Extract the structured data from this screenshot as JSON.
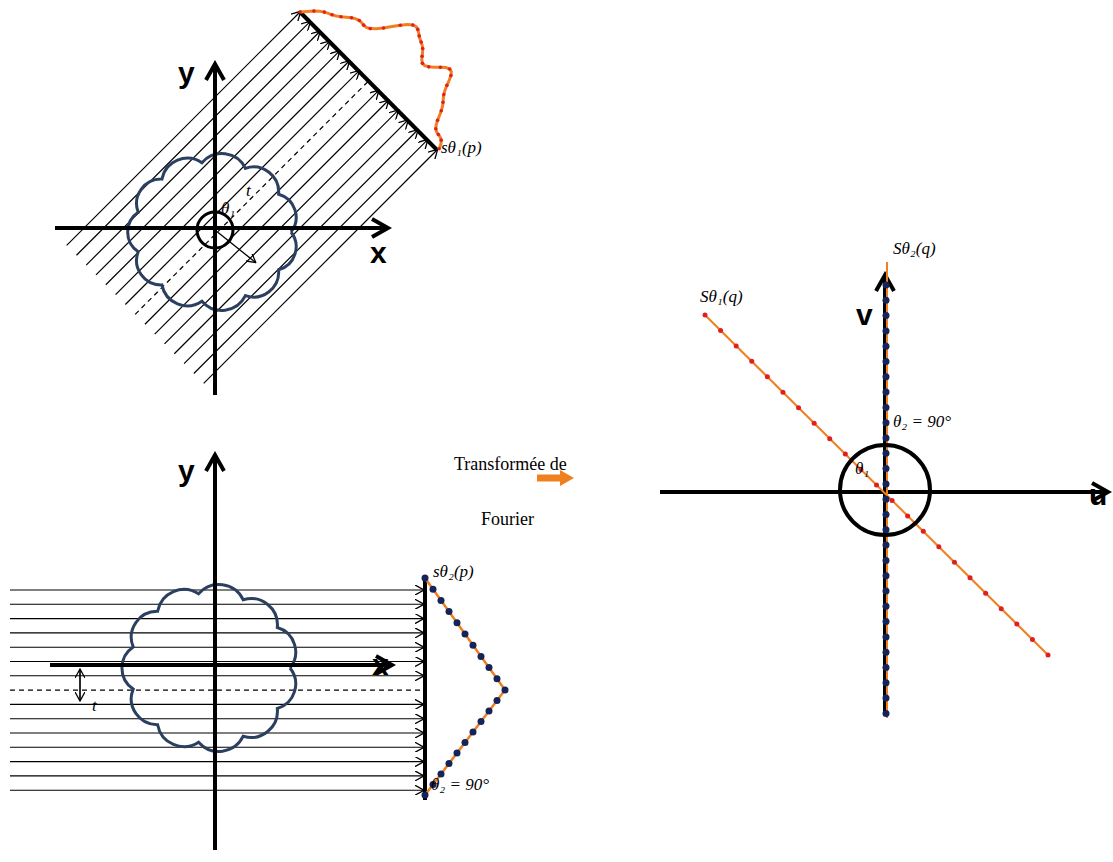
{
  "diagram": {
    "labels": [
      "y",
      "x",
      "θ₁",
      "t",
      "sθ₁(p)",
      "Transformée de",
      "Fourier",
      "y",
      "x",
      "t",
      "sθ₂(p)",
      "θ₂ = 90°",
      "Sθ₁(q)",
      "Sθ₂(q)",
      "v",
      "u",
      "θ₂ = 90°",
      "θ₁"
    ]
  }
}
